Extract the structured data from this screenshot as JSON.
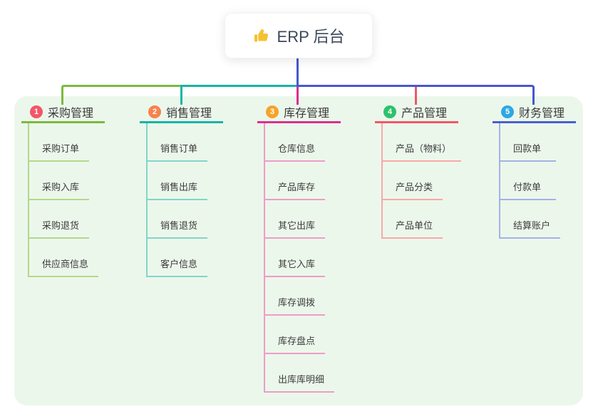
{
  "root": {
    "title": "ERP 后台",
    "icon": "thumbs-up-icon",
    "icon_color": "#f6c12e",
    "stem_color": "#4757d0"
  },
  "panel_color": "#ecf7eb",
  "branches": [
    {
      "number": "1",
      "title": "采购管理",
      "badge_color": "#f25767",
      "line_color": "#7cb93f",
      "light_line_color": "#b3d98c",
      "children": [
        "采购订单",
        "采购入库",
        "采购退货",
        "供应商信息"
      ]
    },
    {
      "number": "2",
      "title": "销售管理",
      "badge_color": "#f8824d",
      "line_color": "#13b5a7",
      "light_line_color": "#82d5cc",
      "children": [
        "销售订单",
        "销售出库",
        "销售退货",
        "客户信息"
      ]
    },
    {
      "number": "3",
      "title": "库存管理",
      "badge_color": "#f4a42c",
      "line_color": "#d9308f",
      "light_line_color": "#ee9cc9",
      "children": [
        "仓库信息",
        "产品库存",
        "其它出库",
        "其它入库",
        "库存调拨",
        "库存盘点",
        "出库库明细"
      ]
    },
    {
      "number": "4",
      "title": "产品管理",
      "badge_color": "#2dc26d",
      "line_color": "#f2566a",
      "light_line_color": "#f8a8a8",
      "children": [
        "产品（物料）",
        "产品分类",
        "产品单位"
      ]
    },
    {
      "number": "5",
      "title": "财务管理",
      "badge_color": "#2fa7e3",
      "line_color": "#4a5ed2",
      "light_line_color": "#a4b2e6",
      "children": [
        "回款单",
        "付款单",
        "结算账户"
      ]
    }
  ]
}
